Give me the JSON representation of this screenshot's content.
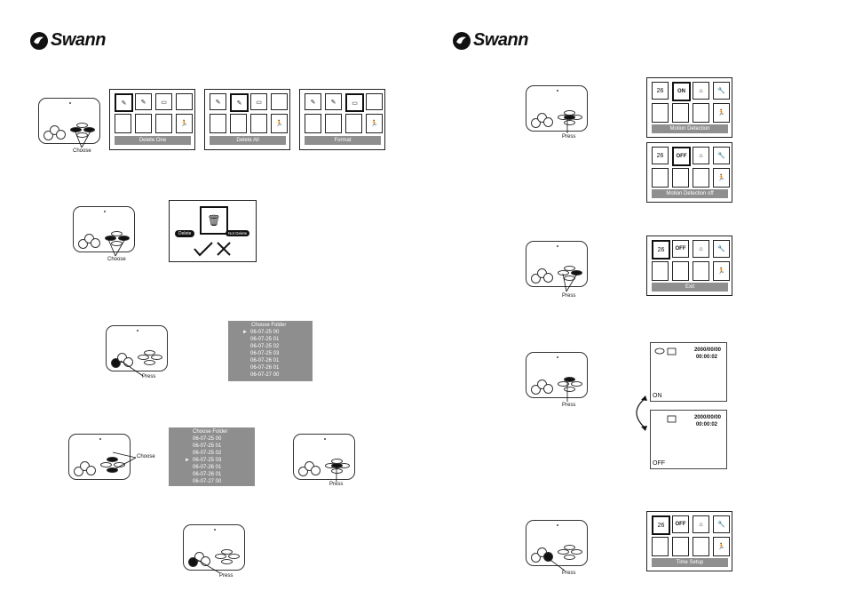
{
  "brand": {
    "name": "Swann"
  },
  "labels": {
    "choose": "Choose",
    "press": "Press"
  },
  "menus": {
    "delete_one": "Delete One",
    "delete_all": "Delete All",
    "format": "Format",
    "motion_detection": "Motion Detection",
    "motion_detection_off": "Motion Detection off",
    "exit": "Exit",
    "time_setup": "Time Setup"
  },
  "icons": {
    "day": "26",
    "on": "ON",
    "off": "OFF"
  },
  "confirm": {
    "delete": "Delete",
    "not_delete": "Not Delete"
  },
  "folder_list_1": {
    "title": "Choose Folder",
    "items": [
      "06-07-25 00",
      "06-07-25 01",
      "06-07-25 02",
      "06-07-25 03",
      "06-07-26 01",
      "06-07-26 01",
      "06-07-27 00"
    ],
    "marker": "►"
  },
  "folder_list_2": {
    "title": "Choose Folder",
    "items": [
      "06-07-25 00",
      "06-07-25 01",
      "06-07-25 02",
      "06-07-25 03",
      "06-07-26 01",
      "06-07-26 01",
      "06-07-27 00"
    ],
    "marker": "►"
  },
  "screens": {
    "on": {
      "date": "2000/00/00",
      "time": "00:00:02",
      "state": "ON"
    },
    "off": {
      "date": "2000/00/00",
      "time": "00:00:02",
      "state": "OFF"
    }
  }
}
